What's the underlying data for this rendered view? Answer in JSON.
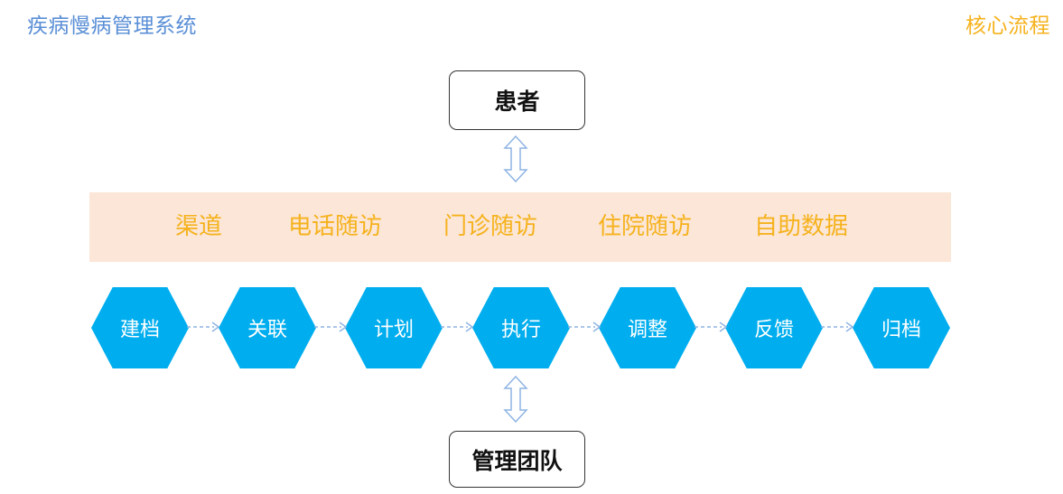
{
  "header": {
    "system_title": "疾病慢病管理系统",
    "section_title": "核心流程"
  },
  "nodes": {
    "patient": "患者",
    "team": "管理团队"
  },
  "channels": [
    "渠道",
    "电话随访",
    "门诊随访",
    "住院随访",
    "自助数据"
  ],
  "steps": [
    "建档",
    "关联",
    "计划",
    "执行",
    "调整",
    "反馈",
    "归档"
  ],
  "colors": {
    "system_title": "#5a8fd6",
    "section_title": "#f6b21d",
    "channel_band": "#fbe6d7",
    "channel_text": "#f6b21d",
    "step_fill": "#00aeef",
    "arrow": "#8eb4e3"
  }
}
